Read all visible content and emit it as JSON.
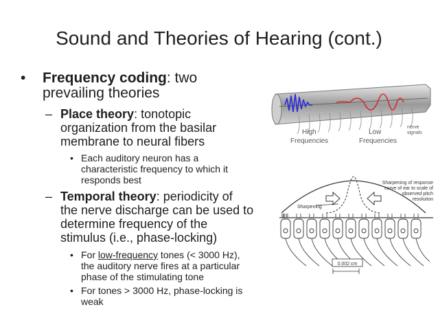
{
  "slide": {
    "title": "Sound and Theories of Hearing (cont.)",
    "bullet1": {
      "term": "Frequency coding",
      "rest_line1": ": two",
      "line2": "prevailing theories"
    },
    "place": {
      "term": "Place theory",
      "rest_line1": ": tonotopic",
      "line2": "organization from the basilar",
      "line3": "membrane to neural fibers",
      "sub": {
        "line1": "Each auditory neuron has a",
        "line2": "characteristic frequency to which it",
        "line3": "responds best"
      }
    },
    "temporal": {
      "term": "Temporal theory",
      "rest_line1": ": periodicity of",
      "line2": "the nerve discharge can be used to",
      "line3": "determine frequency of the",
      "line4": "stimulus (i.e., phase-locking)",
      "sub1": {
        "pre": "For ",
        "underlined": "low-frequency",
        "rest_line1": " tones (< 3000 Hz),",
        "line2": "the auditory nerve fires at a particular",
        "line3": "phase of the stimulating tone"
      },
      "sub2": {
        "line1": "For tones > 3000 Hz, phase-locking is",
        "line2": "weak"
      }
    }
  },
  "figure_top": {
    "label_high_1": "High",
    "label_high_2": "Frequencies",
    "label_low_1": "Low",
    "label_low_2": "Frequencies",
    "label_nerve_1": "nerve",
    "label_nerve_2": "signals"
  },
  "figure_bottom": {
    "label_sharpening": "Sharpening",
    "caption_1": "Sharpening of response",
    "caption_2": "curve of ear to scale of",
    "caption_3": "observed pitch",
    "caption_4": "resolution",
    "scale": "0.002 cm"
  },
  "colors": {
    "wave_high": "#2b2bd8",
    "wave_low": "#d82b2b",
    "cochlea": "#b8b8b8"
  }
}
